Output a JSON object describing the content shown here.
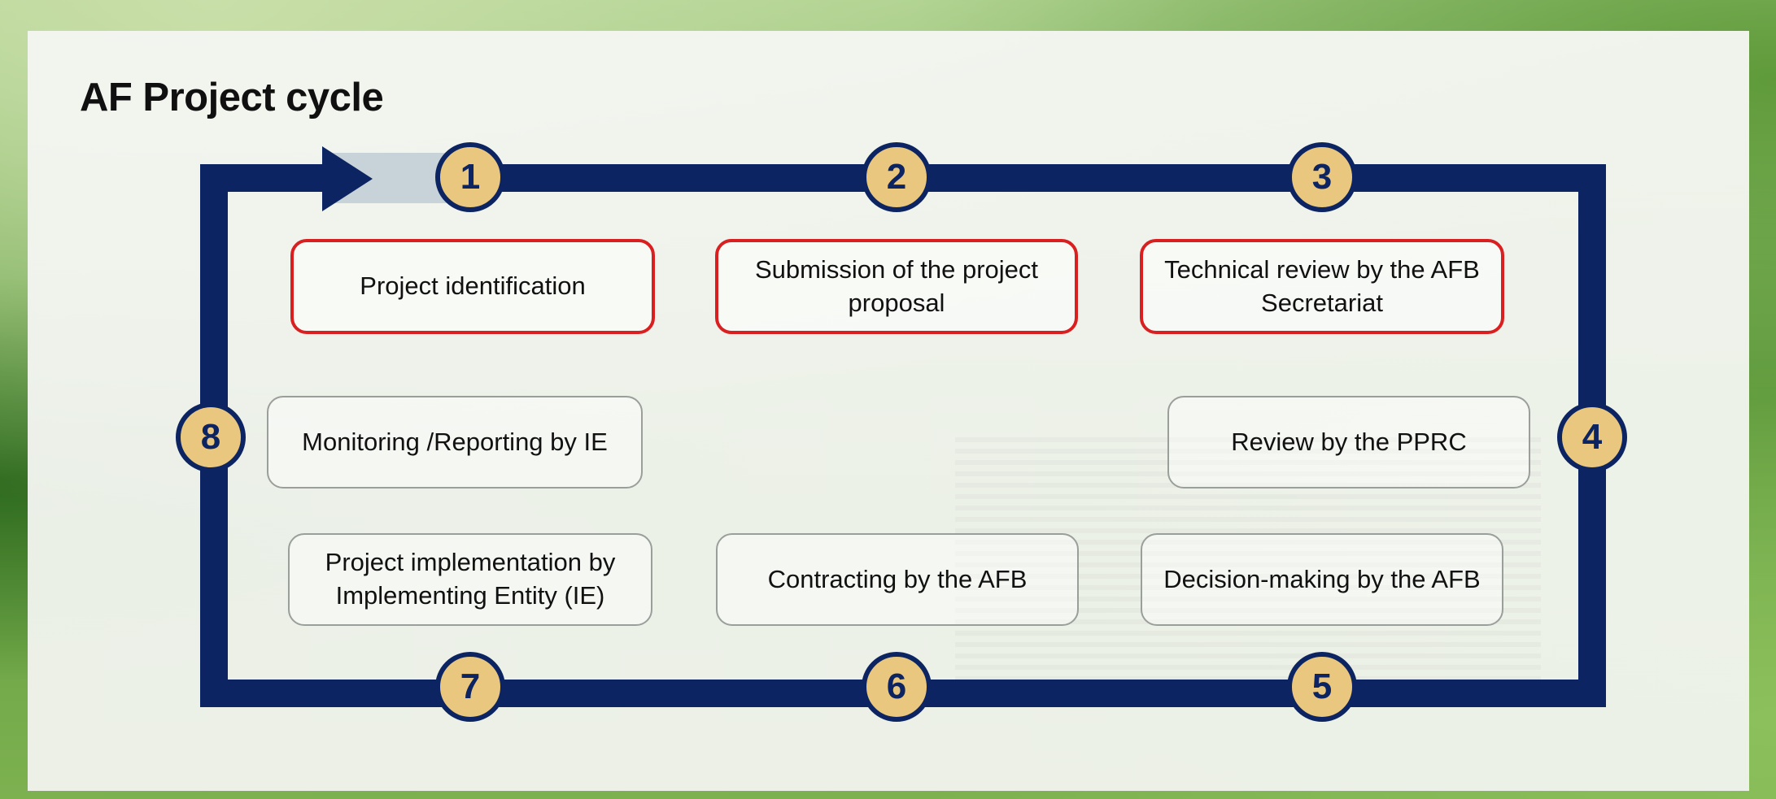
{
  "title": "AF Project cycle",
  "colors": {
    "loop": "#0c2461",
    "badge_fill": "#e9c77e",
    "highlight_border": "#d91f1f",
    "step_border": "#9a9f9b"
  },
  "steps": [
    {
      "number": "1",
      "label": "Project identification",
      "highlighted": true
    },
    {
      "number": "2",
      "label": "Submission of the project proposal",
      "highlighted": true
    },
    {
      "number": "3",
      "label": "Technical review by the AFB Secretariat",
      "highlighted": true
    },
    {
      "number": "4",
      "label": "Review by the  PPRC",
      "highlighted": false
    },
    {
      "number": "5",
      "label": "Decision-making by the AFB",
      "highlighted": false
    },
    {
      "number": "6",
      "label": "Contracting by the AFB",
      "highlighted": false
    },
    {
      "number": "7",
      "label": "Project implementation by Implementing Entity (IE)",
      "highlighted": false
    },
    {
      "number": "8",
      "label": "Monitoring /Reporting by IE",
      "highlighted": false
    }
  ]
}
